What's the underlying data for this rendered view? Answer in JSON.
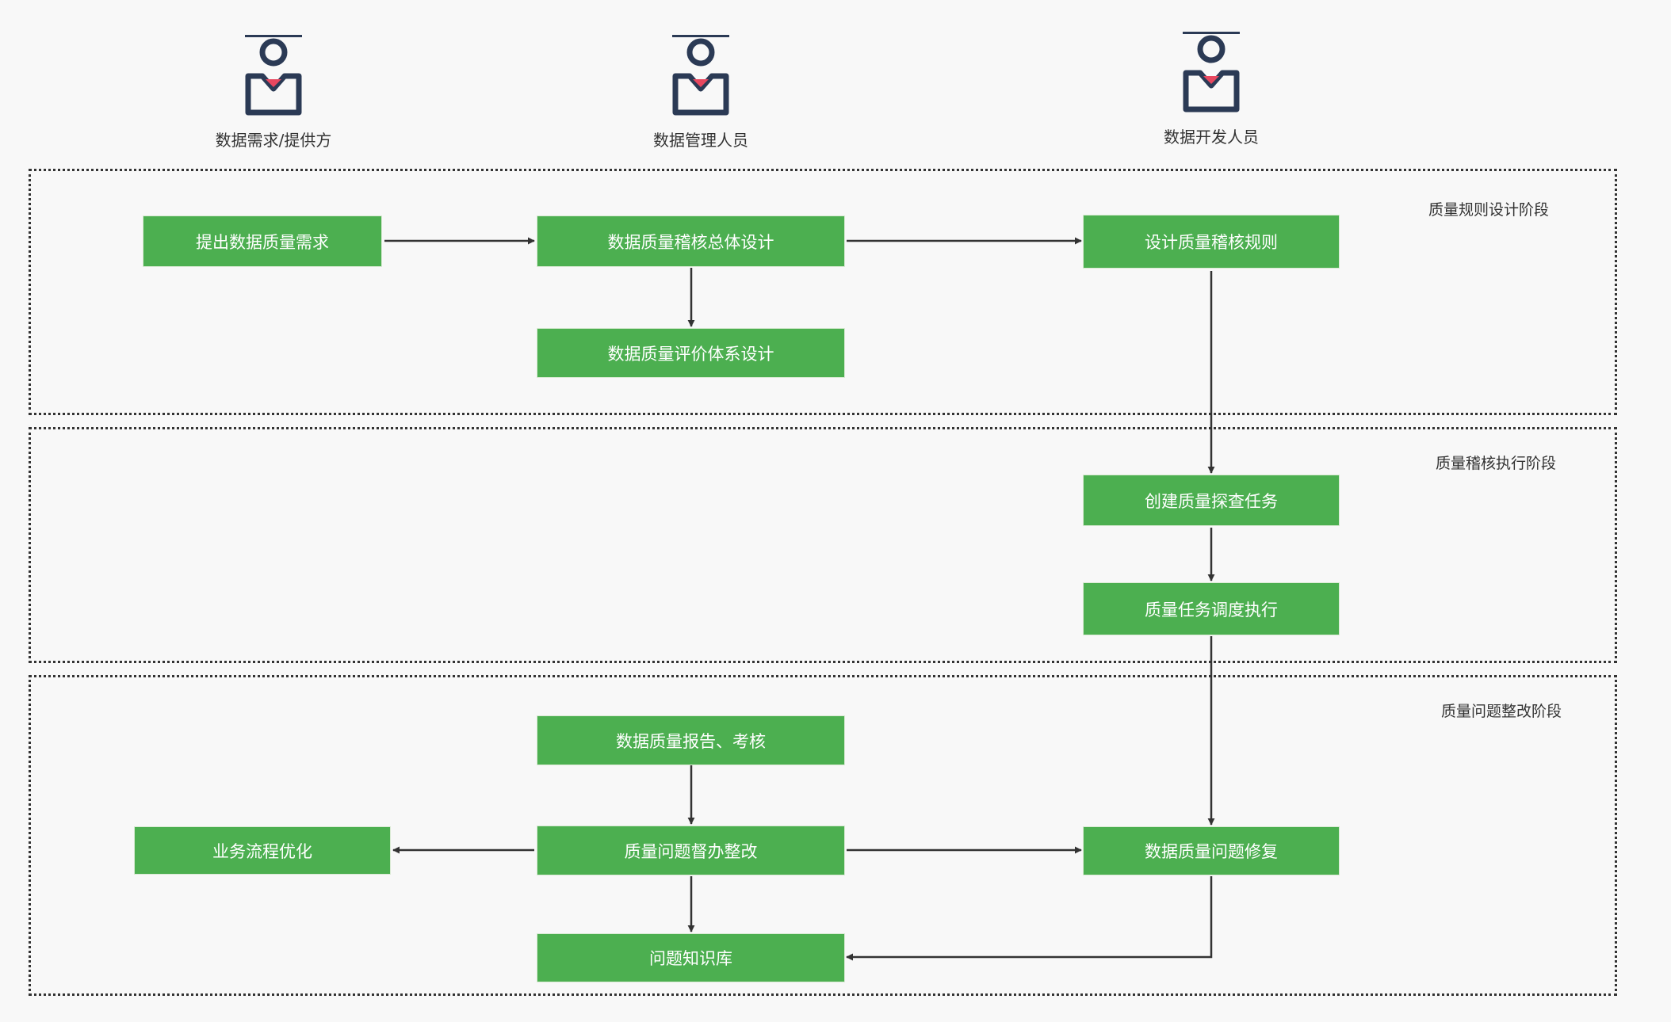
{
  "colors": {
    "node_fill": "#4caf50",
    "node_text": "#ffffff",
    "edge": "#333333",
    "lane_border": "#333333",
    "icon_body": "#2b3a55",
    "icon_heart": "#e8475f"
  },
  "roles": [
    {
      "id": "provider",
      "label": "数据需求/提供方",
      "icon": "user-heart-icon"
    },
    {
      "id": "manager",
      "label": "数据管理人员",
      "icon": "user-heart-icon"
    },
    {
      "id": "developer",
      "label": "数据开发人员",
      "icon": "user-heart-icon"
    }
  ],
  "lanes": [
    {
      "id": "design",
      "label": "质量规则设计阶段"
    },
    {
      "id": "execute",
      "label": "质量稽核执行阶段"
    },
    {
      "id": "rectify",
      "label": "质量问题整改阶段"
    }
  ],
  "nodes": {
    "raise_req": "提出数据质量需求",
    "overall_design": "数据质量稽核总体设计",
    "eval_design": "数据质量评价体系设计",
    "rule_design": "设计质量稽核规则",
    "create_task": "创建质量探查任务",
    "schedule_task": "质量任务调度执行",
    "report": "数据质量报告、考核",
    "supervise": "质量问题督办整改",
    "optimize": "业务流程优化",
    "repair": "数据质量问题修复",
    "knowledge": "问题知识库"
  },
  "edges": [
    {
      "from": "raise_req",
      "to": "overall_design"
    },
    {
      "from": "overall_design",
      "to": "rule_design"
    },
    {
      "from": "overall_design",
      "to": "eval_design"
    },
    {
      "from": "rule_design",
      "to": "create_task"
    },
    {
      "from": "create_task",
      "to": "schedule_task"
    },
    {
      "from": "schedule_task",
      "to": "repair"
    },
    {
      "from": "report",
      "to": "supervise"
    },
    {
      "from": "supervise",
      "to": "optimize"
    },
    {
      "from": "supervise",
      "to": "repair"
    },
    {
      "from": "supervise",
      "to": "knowledge"
    },
    {
      "from": "repair",
      "to": "knowledge"
    }
  ]
}
